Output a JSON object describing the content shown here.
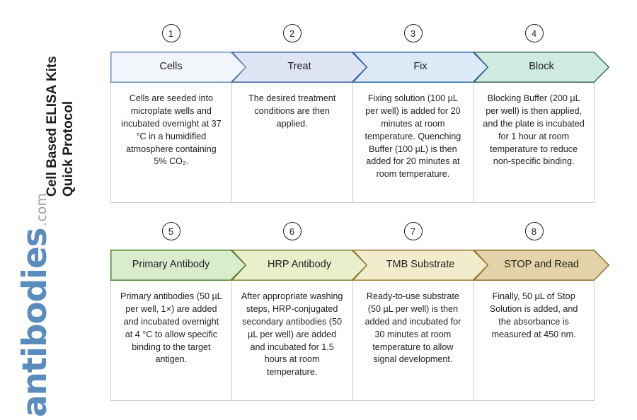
{
  "page": {
    "title": "Cell Based ELISA Kits Quick Protocol",
    "title_line1": "Cell Based ELISA Kits",
    "title_line2": "Quick Protocol"
  },
  "logo": {
    "brand": "antibodies",
    "tld": ".com",
    "brand_color": "#5b8cbe",
    "tld_color": "#9aa0a6"
  },
  "flow": {
    "rows": [
      {
        "steps": [
          {
            "number": "1",
            "label": "Cells",
            "fill": "#f2f6fb",
            "stroke": "#6d8fb5",
            "body": "Cells are seeded into microplate wells and incubated overnight at 37 °C in a humidified atmosphere containing 5% CO₂."
          },
          {
            "number": "2",
            "label": "Treat",
            "fill": "#dfe5f5",
            "stroke": "#3f5f9e",
            "body": "The desired treatment conditions are then applied."
          },
          {
            "number": "3",
            "label": "Fix",
            "fill": "#dce9f7",
            "stroke": "#2f6ba3",
            "body": "Fixing solution (100 µL per well) is added for 20 minutes at room temperature. Quenching Buffer (100 µL) is then added for 20 minutes at room temperature."
          },
          {
            "number": "4",
            "label": "Block",
            "fill": "#cfeade",
            "stroke": "#3f6b63",
            "body": "Blocking Buffer (200 µL per well) is then applied, and the plate is incubated for 1 hour at room temperature to reduce non-specific binding."
          }
        ]
      },
      {
        "steps": [
          {
            "number": "5",
            "label": "Primary Antibody",
            "fill": "#d9edcd",
            "stroke": "#4e7a2e",
            "body": "Primary antibodies (50 µL per well, 1×) are added and incubated overnight at 4 °C to allow specific binding to the target antigen."
          },
          {
            "number": "6",
            "label": "HRP Antibody",
            "fill": "#e9eecb",
            "stroke": "#7b8233",
            "body": "After appropriate washing steps, HRP-conjugated secondary antibodies (50 µL per well) are added and incubated for 1.5 hours at room temperature."
          },
          {
            "number": "7",
            "label": "TMB Substrate",
            "fill": "#f2eccd",
            "stroke": "#9a7c2e",
            "body": "Ready-to-use substrate (50 µL per well) is then added and incubated for 30 minutes at room temperature to allow signal development."
          },
          {
            "number": "8",
            "label": "STOP and Read",
            "fill": "#e4d3a8",
            "stroke": "#8a6f2a",
            "body": "Finally, 50 µL of Stop Solution is added, and the absorbance is measured at 450 nm."
          }
        ]
      }
    ]
  }
}
